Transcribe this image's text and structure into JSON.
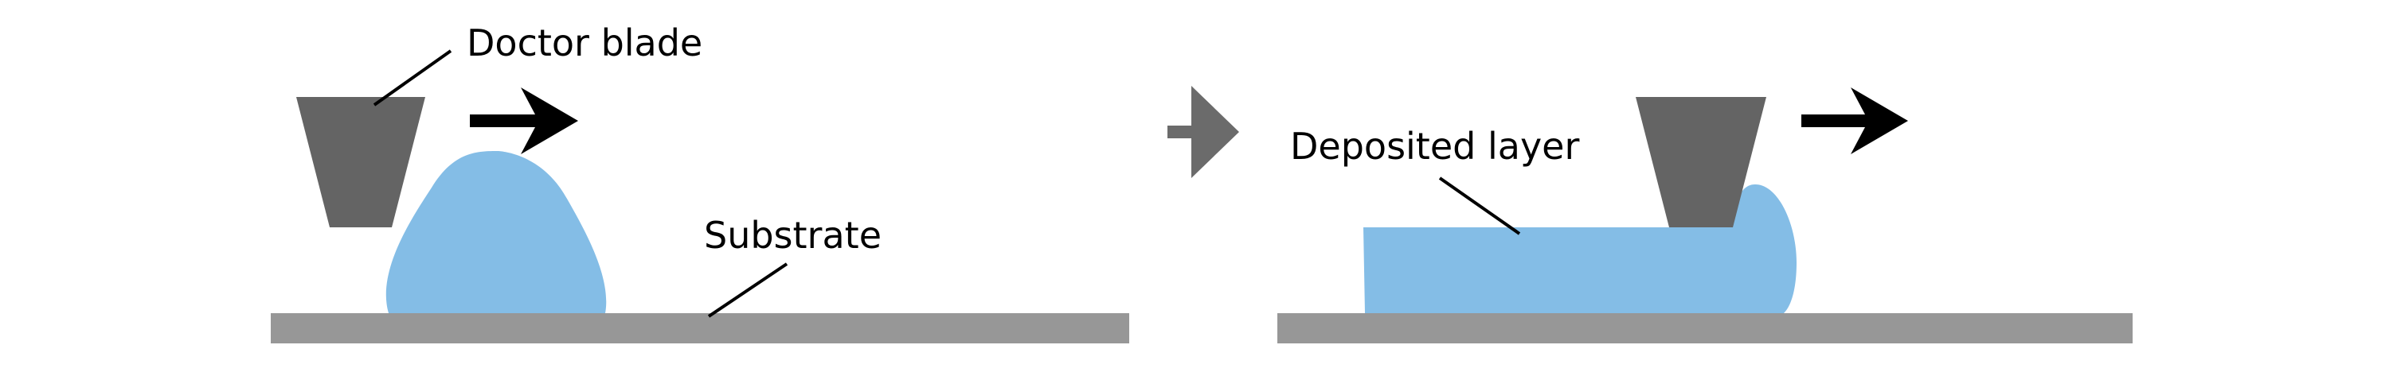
{
  "labels": {
    "doctor_blade": "Doctor blade",
    "substrate": "Substrate",
    "deposited_layer": "Deposited layer"
  },
  "colors": {
    "blade": "#646464",
    "substrate": "#979797",
    "liquid": "#84bde6",
    "arrow_black": "#000000",
    "arrow_gray": "#6b6b6b",
    "leader": "#000000"
  },
  "panels": [
    {
      "name": "before-coating",
      "direction": "right"
    },
    {
      "name": "after-coating",
      "direction": "right"
    }
  ]
}
